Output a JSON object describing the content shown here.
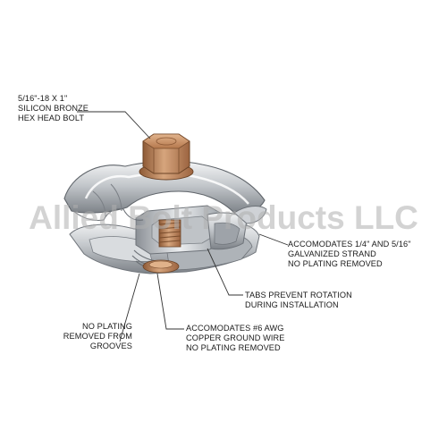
{
  "callouts": {
    "bolt": [
      "5/16\"-18 X 1\"",
      "SILICON BRONZE",
      "HEX HEAD BOLT"
    ],
    "strand": [
      "ACCOMODATES 1/4\" AND 5/16\"",
      "GALVANIZED STRAND",
      "NO PLATING REMOVED"
    ],
    "tabs": [
      "TABS PREVENT ROTATION",
      "DURING INSTALLATION"
    ],
    "grooves": [
      "NO PLATING",
      "REMOVED FROM",
      "GROOVES"
    ],
    "wire": [
      "ACCOMODATES #6 AWG",
      "COPPER GROUND WIRE",
      "NO PLATING REMOVED"
    ]
  },
  "watermark": "Allied Bolt Products LLC",
  "colors": {
    "bronze": "#b9835a",
    "steel": "#c9ccd0",
    "leader": "#333333"
  }
}
